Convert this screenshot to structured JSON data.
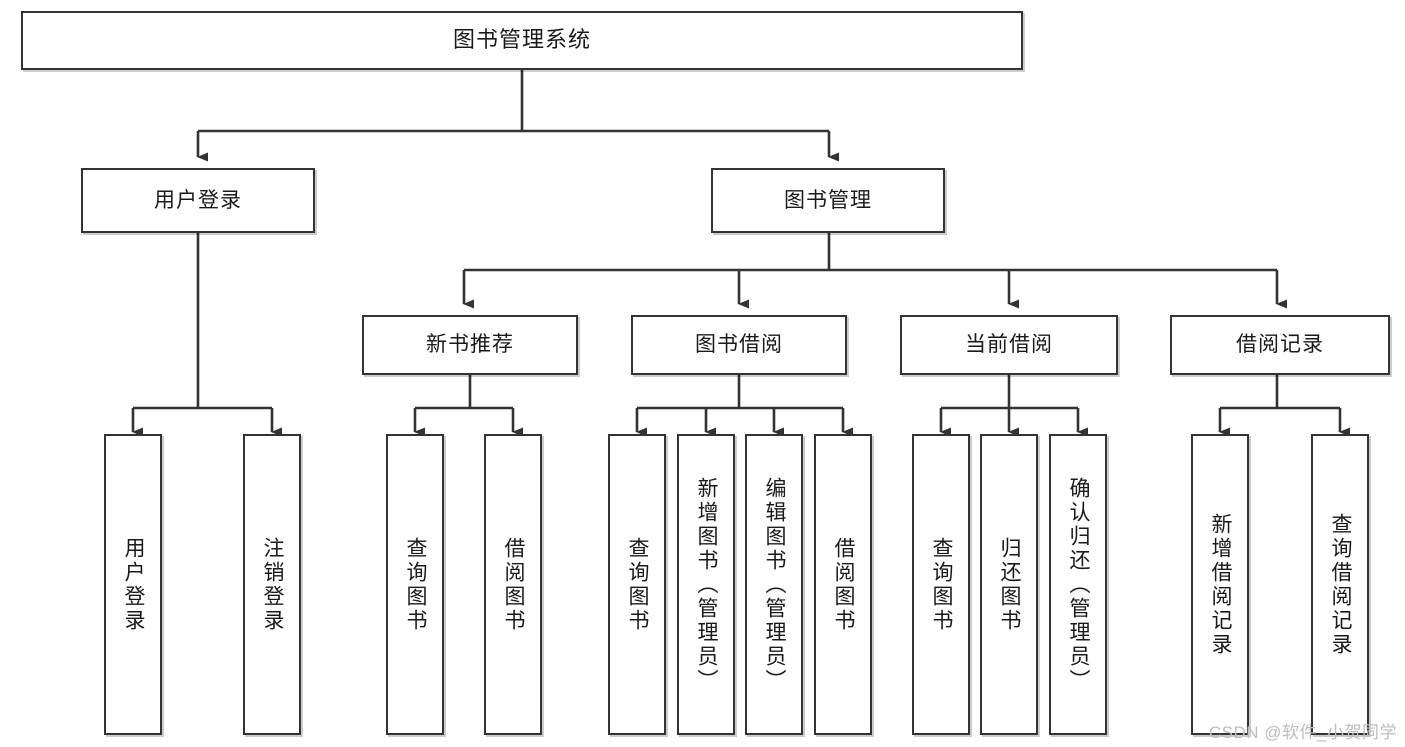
{
  "diagram": {
    "title": "图书管理系统",
    "type": "hierarchy-tree",
    "accent_color": "#333333",
    "background_color": "#ffffff",
    "root": {
      "label": "图书管理系统"
    },
    "level2": [
      {
        "label": "用户登录"
      },
      {
        "label": "图书管理"
      }
    ],
    "level3": [
      {
        "label": "新书推荐"
      },
      {
        "label": "图书借阅"
      },
      {
        "label": "当前借阅"
      },
      {
        "label": "借阅记录"
      }
    ],
    "leaves": {
      "user_login": [
        {
          "label": "用户登录"
        },
        {
          "label": "注销登录"
        }
      ],
      "new_book_recommend": [
        {
          "label": "查询图书"
        },
        {
          "label": "借阅图书"
        }
      ],
      "book_borrow": [
        {
          "label": "查询图书"
        },
        {
          "label": "新增图书（管理员）"
        },
        {
          "label": "编辑图书（管理员）"
        },
        {
          "label": "借阅图书"
        }
      ],
      "current_borrow": [
        {
          "label": "查询图书"
        },
        {
          "label": "归还图书"
        },
        {
          "label": "确认归还（管理员）"
        }
      ],
      "borrow_record": [
        {
          "label": "新增借阅记录"
        },
        {
          "label": "查询借阅记录"
        }
      ]
    }
  },
  "watermark": {
    "text": "CSDN @软件_小贺同学"
  }
}
